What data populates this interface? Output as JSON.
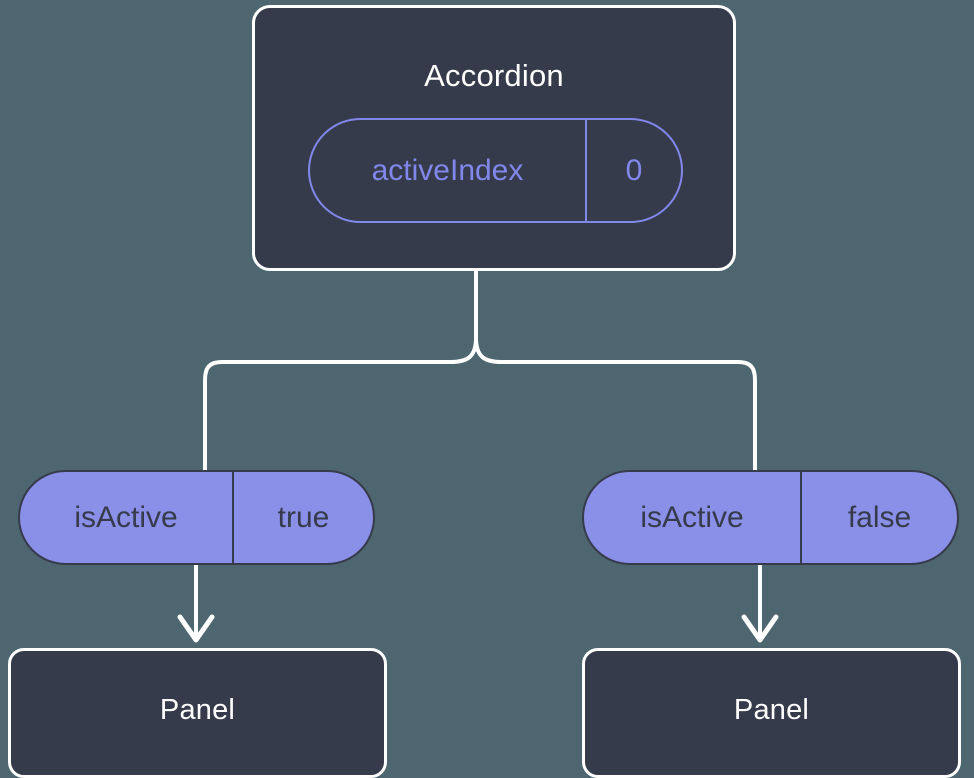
{
  "diagram": {
    "type": "component-tree",
    "background_color": "#4d6670",
    "node_fill_color": "#353b4a",
    "node_border_color": "#ffffff",
    "accent_color": "#8287ec",
    "pill_fill_color": "#8a8fe8",
    "connector_color": "#ffffff"
  },
  "root": {
    "title": "Accordion",
    "state_pill": {
      "key": "activeIndex",
      "value": "0"
    }
  },
  "branches": [
    {
      "prop_pill": {
        "key": "isActive",
        "value": "true"
      },
      "child": {
        "title": "Panel"
      }
    },
    {
      "prop_pill": {
        "key": "isActive",
        "value": "false"
      },
      "child": {
        "title": "Panel"
      }
    }
  ]
}
